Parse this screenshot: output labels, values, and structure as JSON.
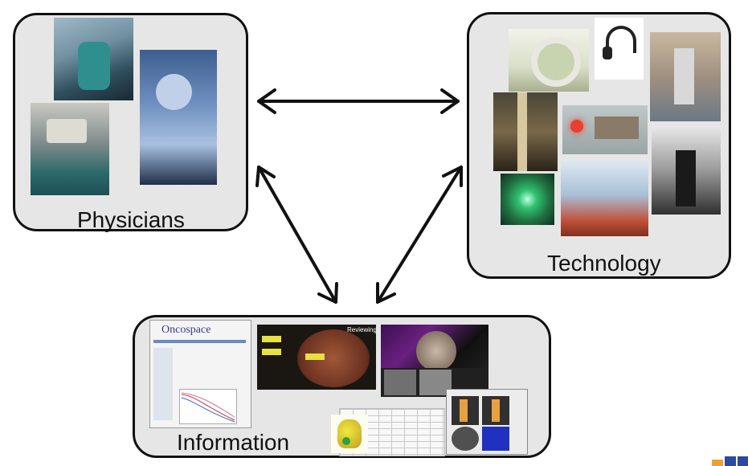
{
  "nodes": {
    "physicians": {
      "label": "Physicians"
    },
    "technology": {
      "label": "Technology"
    },
    "information": {
      "label": "Information"
    }
  },
  "thumbnails": {
    "oncospace_title": "Oncospace",
    "video_labels": [
      "Reviewing"
    ]
  },
  "colors": {
    "box_fill": "#e6e6e6",
    "box_border": "#111111",
    "arrow": "#111111",
    "logo_blue": "#2b4aa0",
    "logo_orange": "#f0a030"
  },
  "icons": [
    "surgeon-photo",
    "headset-icon",
    "robot-photo",
    "laser-photo",
    "ct-scanner-photo"
  ]
}
